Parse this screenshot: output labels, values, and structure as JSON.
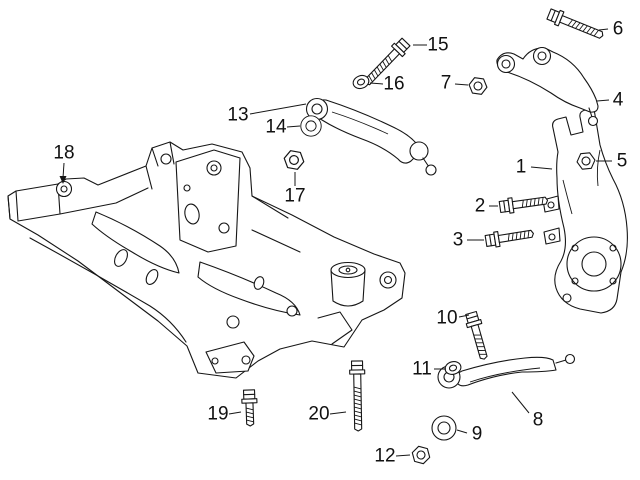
{
  "diagram": {
    "background_color": "#ffffff",
    "line_color": "#161616",
    "callouts": [
      {
        "label": "1"
      },
      {
        "label": "2"
      },
      {
        "label": "3"
      },
      {
        "label": "4"
      },
      {
        "label": "5"
      },
      {
        "label": "6"
      },
      {
        "label": "7"
      },
      {
        "label": "8"
      },
      {
        "label": "9"
      },
      {
        "label": "10"
      },
      {
        "label": "11"
      },
      {
        "label": "12"
      },
      {
        "label": "13"
      },
      {
        "label": "14"
      },
      {
        "label": "15"
      },
      {
        "label": "16"
      },
      {
        "label": "17"
      },
      {
        "label": "18"
      },
      {
        "label": "19"
      },
      {
        "label": "20"
      }
    ]
  }
}
